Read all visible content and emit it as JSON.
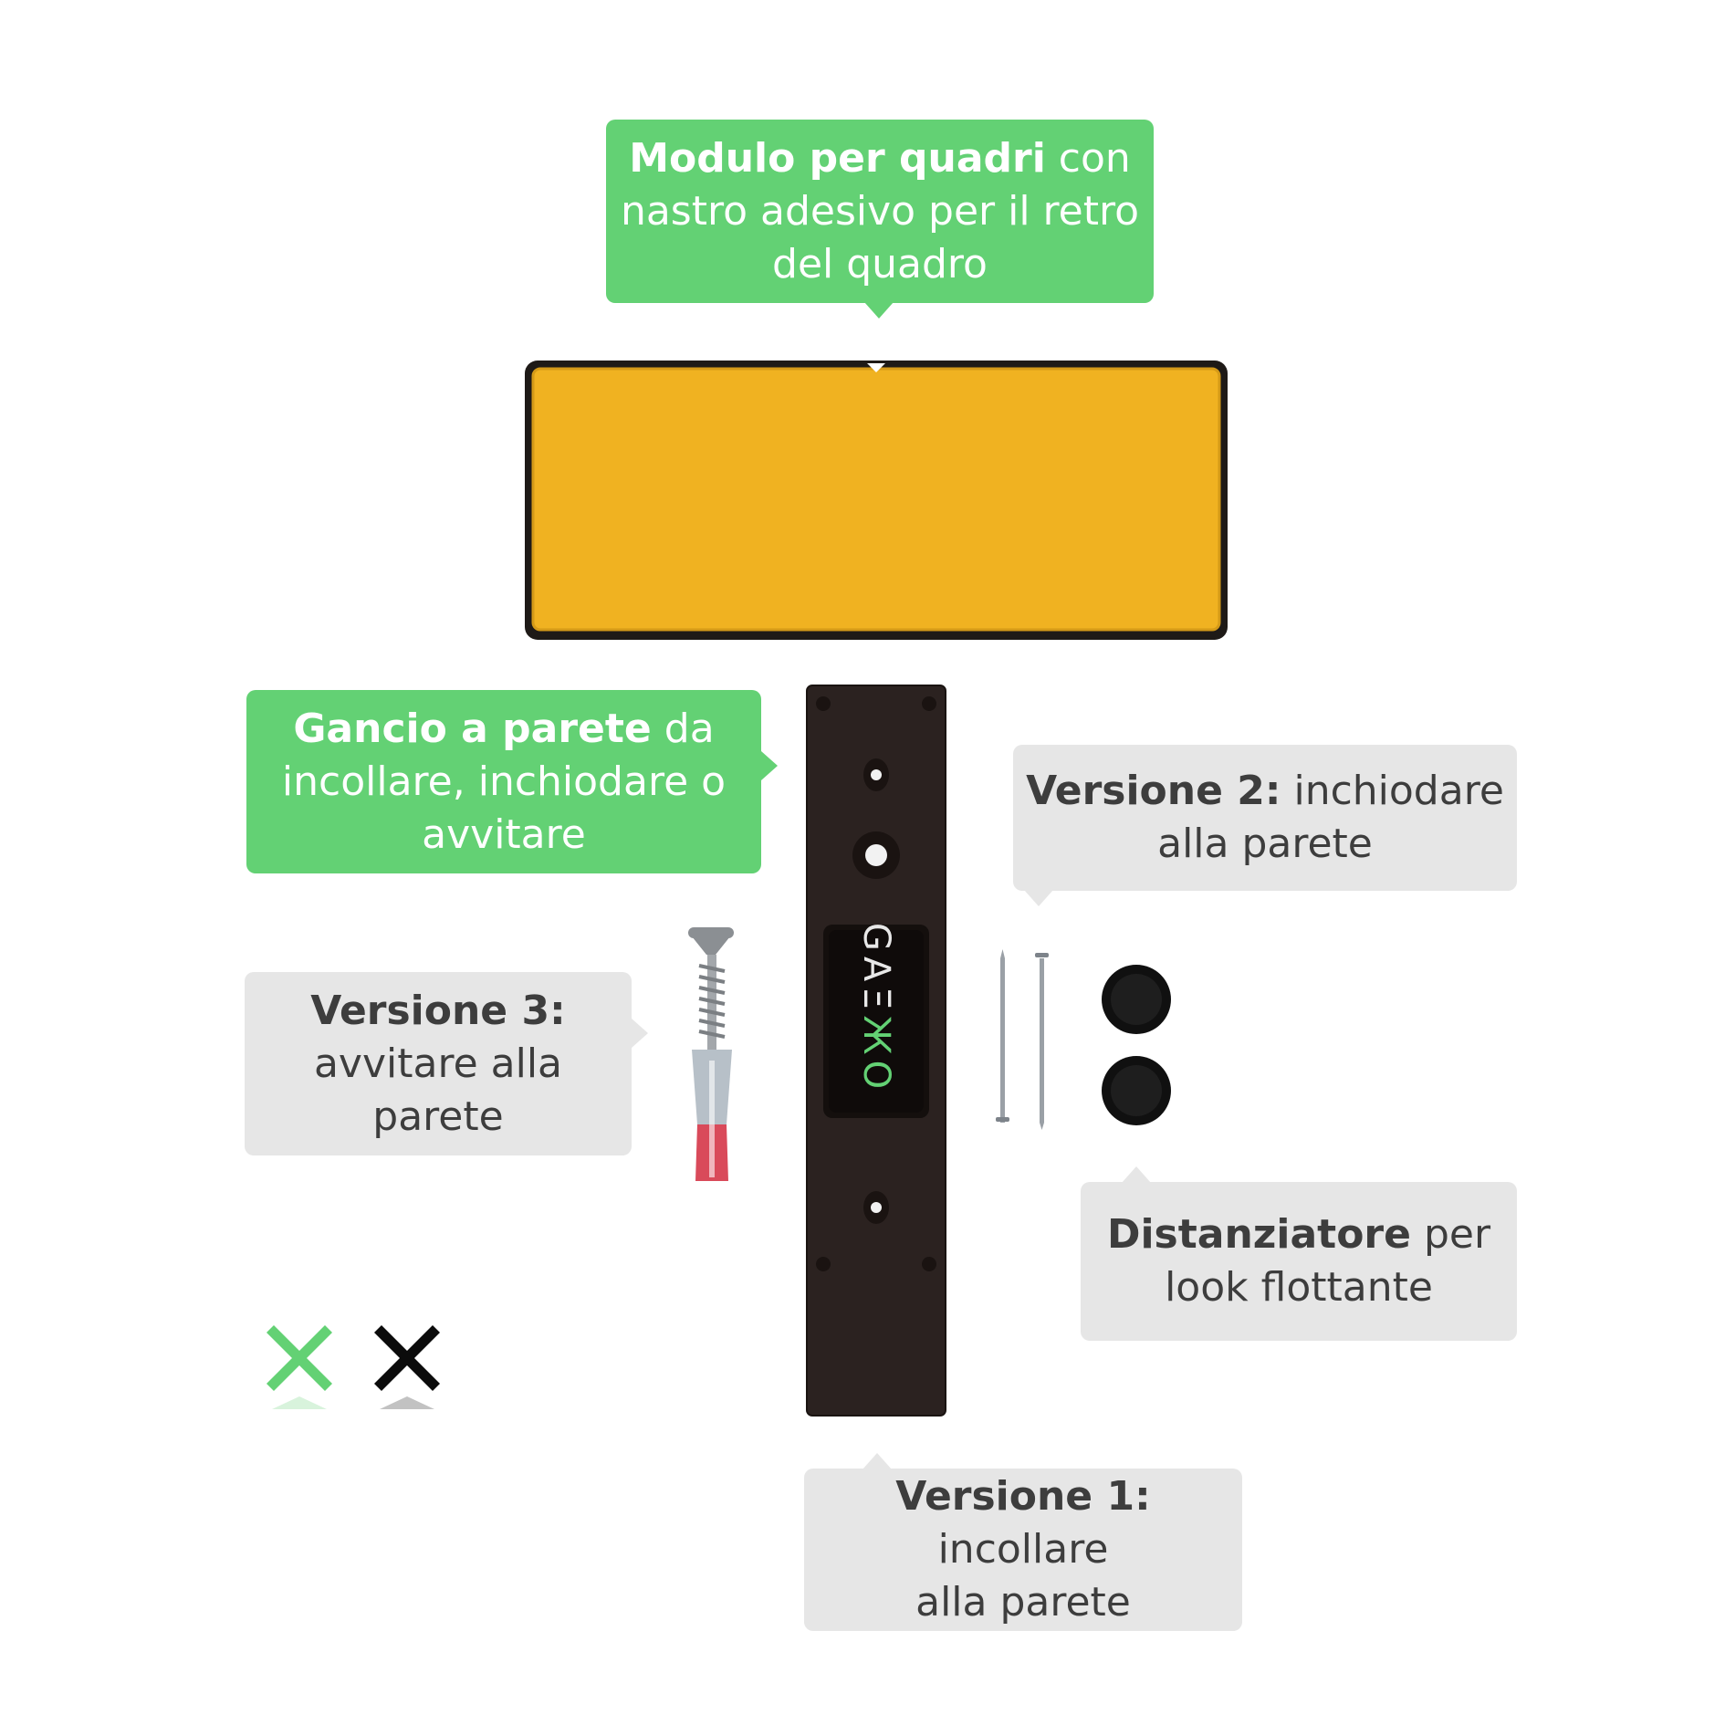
{
  "callouts": {
    "picture_module": {
      "bold": "Modulo per quadri",
      "rest_line1": " con",
      "line2": "nastro adesivo per il retro",
      "line3": "del quadro"
    },
    "wall_hook": {
      "bold": "Gancio a parete",
      "rest_line1": " da",
      "line2": "incollare, inchiodare o",
      "line3": "avvitare"
    },
    "version2": {
      "bold": "Versione 2:",
      "rest_line1": " inchiodare",
      "line2": "alla parete"
    },
    "version3": {
      "bold": "Versione 3:",
      "line2": "avvitare alla parete"
    },
    "spacer": {
      "bold": "Distanziatore",
      "rest_line1": " per",
      "line2": "look flottante"
    },
    "version1": {
      "bold": "Versione 1:",
      "rest_line1": " incollare",
      "line2": "alla parete"
    }
  },
  "brand": {
    "part1": "GA",
    "part2": "Ξ",
    "part3": "ЖО"
  },
  "icons": {
    "green_x": "x-mark-icon",
    "black_x": "x-mark-icon"
  },
  "colors": {
    "green_callout": "#63d174",
    "grey_callout": "#e6e6e6",
    "adhesive_tape": "#f0b221",
    "hook_body": "#2b2220"
  }
}
